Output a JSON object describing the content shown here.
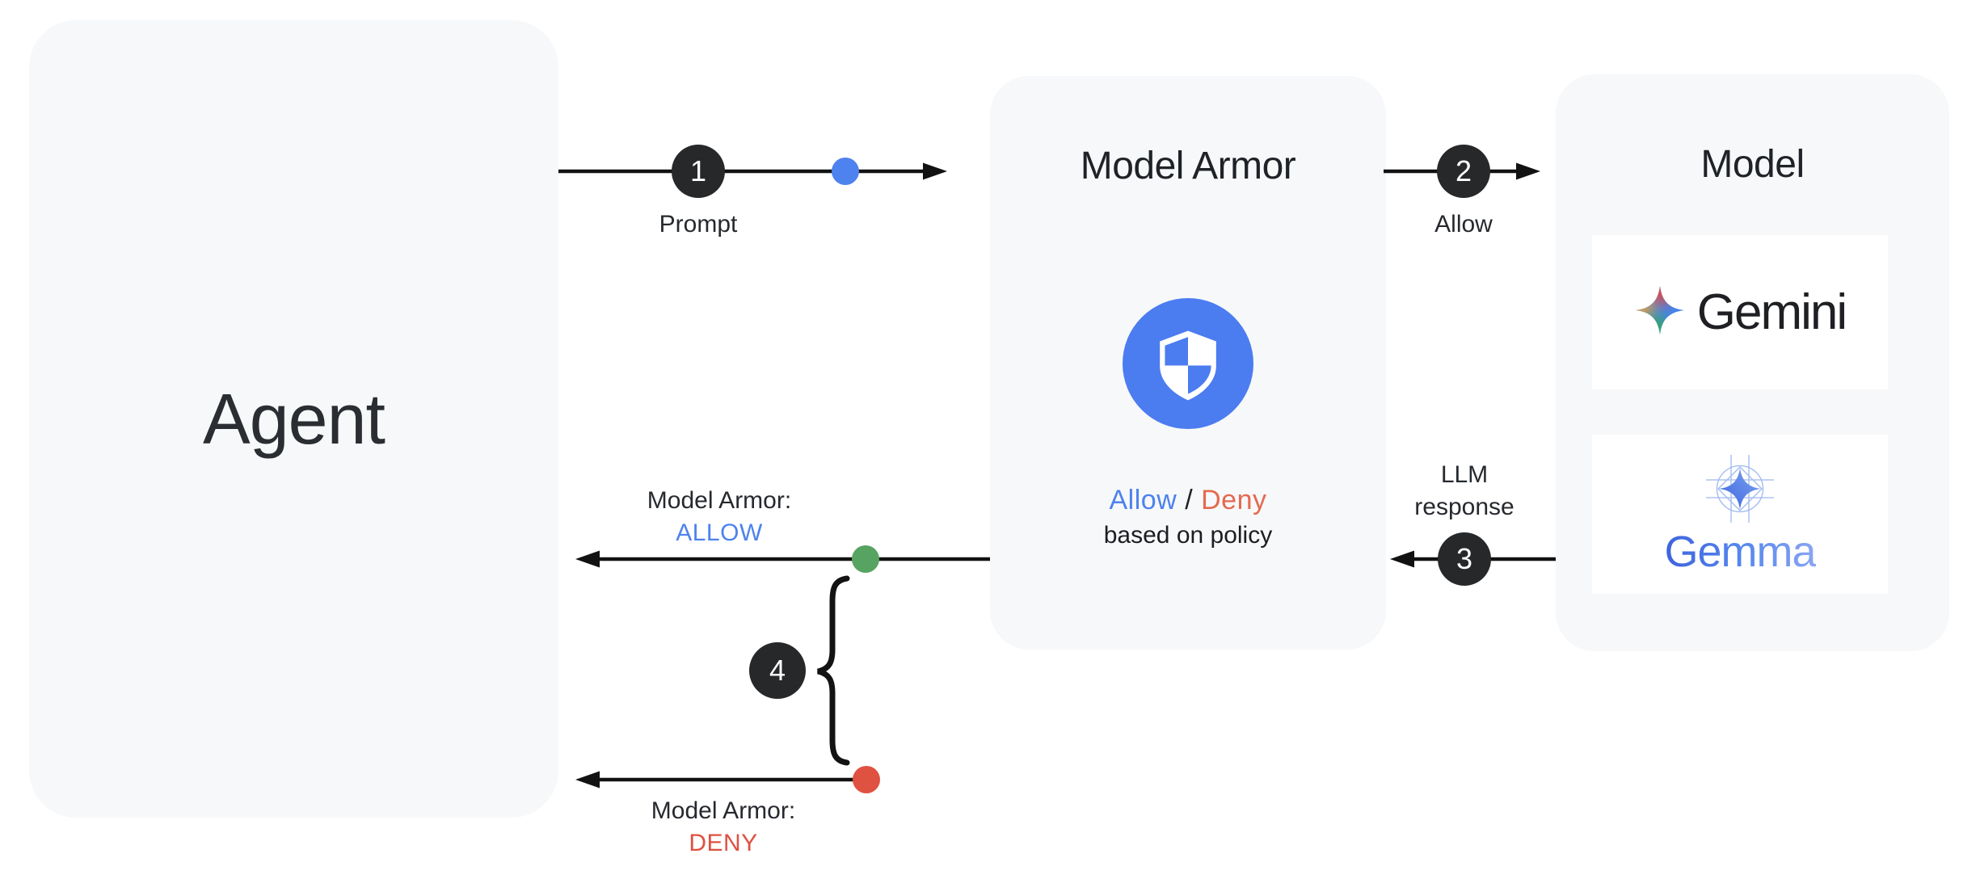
{
  "agent": {
    "title": "Agent"
  },
  "model_armor": {
    "title": "Model Armor",
    "allow_label": "Allow",
    "slash": "/",
    "deny_label": "Deny",
    "subtitle": "based on policy"
  },
  "model": {
    "title": "Model",
    "gemini_label": "Gemini",
    "gemma_label": "Gemma"
  },
  "steps": {
    "step1": {
      "number": "1",
      "label": "Prompt"
    },
    "step2": {
      "number": "2",
      "label": "Allow"
    },
    "step3": {
      "number": "3",
      "label_line1": "LLM",
      "label_line2": "response"
    },
    "step4": {
      "number": "4"
    }
  },
  "returns": {
    "allow": {
      "prefix": "Model Armor:",
      "status": "ALLOW"
    },
    "deny": {
      "prefix": "Model Armor:",
      "status": "DENY"
    }
  },
  "colors": {
    "box_bg": "#f7f8fa",
    "ink": "#202328",
    "arrow": "#121212",
    "step_circle": "#26282a",
    "accent_blue": "#4d82ee",
    "accent_green": "#57a361",
    "accent_red": "#df5140",
    "shield_blue": "#4b7cf0"
  }
}
